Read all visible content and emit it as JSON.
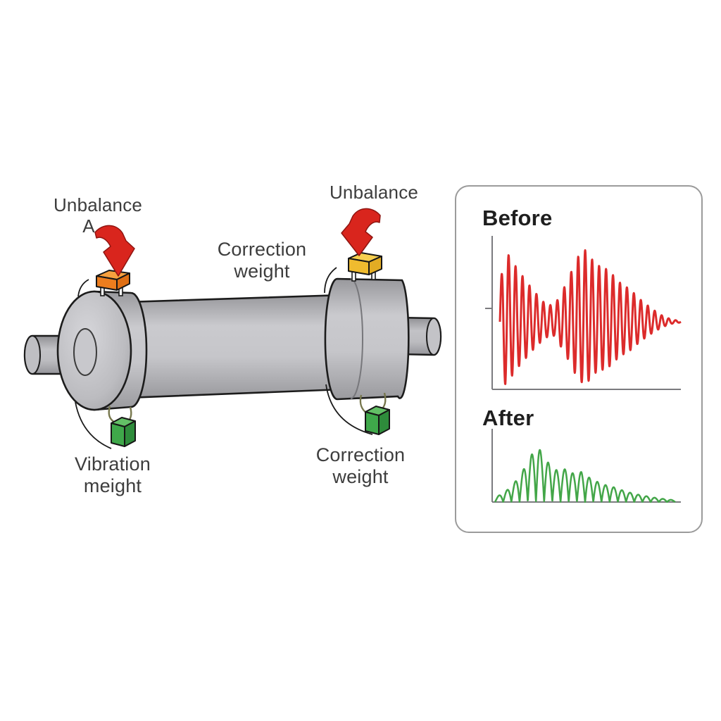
{
  "diagram": {
    "labels": {
      "unbalance_left": {
        "line1": "Unbalance",
        "line2": "A"
      },
      "unbalance_right": "Unbalance",
      "correction_top": {
        "line1": "Correction",
        "line2": "weight"
      },
      "vibration": {
        "line1": "Vibration",
        "line2": "meight"
      },
      "correction_bottom": {
        "line1": "Correction",
        "line2": "weight"
      }
    },
    "colors": {
      "rotor_gray_light": "#d0d0d4",
      "rotor_gray_mid": "#b9b9bd",
      "rotor_gray_dark": "#98989c",
      "outline": "#1c1c1c",
      "unbalance_block_left": "#EC7D1E",
      "unbalance_block_right": "#EFBB2F",
      "correction_block": "#3FA84A",
      "arrow_red": "#D9251D"
    }
  },
  "panel": {
    "before_label": "Before",
    "after_label": "After",
    "border_color": "#9b9b9b"
  },
  "chart_data": [
    {
      "type": "line",
      "name": "before",
      "title": "Before",
      "color": "#DC2B2B",
      "stroke_width": 3,
      "waveform": "amplitude-modulated vibration signal, two large bursts decaying to flat line",
      "cycles": 26,
      "envelope": [
        [
          0,
          0.5
        ],
        [
          0.03,
          1
        ],
        [
          0.1,
          0.72
        ],
        [
          0.18,
          0.45
        ],
        [
          0.25,
          0.25
        ],
        [
          0.3,
          0.22
        ],
        [
          0.36,
          0.5
        ],
        [
          0.43,
          0.9
        ],
        [
          0.47,
          1
        ],
        [
          0.53,
          0.8
        ],
        [
          0.6,
          0.72
        ],
        [
          0.66,
          0.55
        ],
        [
          0.72,
          0.45
        ],
        [
          0.78,
          0.3
        ],
        [
          0.84,
          0.18
        ],
        [
          0.9,
          0.08
        ],
        [
          0.95,
          0.03
        ],
        [
          1,
          0.01
        ]
      ],
      "xlabel": "",
      "ylabel": "",
      "grid": false,
      "axes": true,
      "tick": true
    },
    {
      "type": "line",
      "name": "after",
      "title": "After",
      "color": "#43A648",
      "stroke_width": 2.5,
      "waveform": "rectified humps rising to a peak then decaying toward zero",
      "humps": 22,
      "envelope": [
        [
          0,
          0.08
        ],
        [
          0.04,
          0.15
        ],
        [
          0.08,
          0.25
        ],
        [
          0.12,
          0.4
        ],
        [
          0.16,
          0.6
        ],
        [
          0.2,
          0.85
        ],
        [
          0.24,
          1
        ],
        [
          0.28,
          0.78
        ],
        [
          0.32,
          0.62
        ],
        [
          0.36,
          0.55
        ],
        [
          0.4,
          0.62
        ],
        [
          0.44,
          0.5
        ],
        [
          0.48,
          0.55
        ],
        [
          0.52,
          0.45
        ],
        [
          0.56,
          0.38
        ],
        [
          0.6,
          0.32
        ],
        [
          0.65,
          0.28
        ],
        [
          0.7,
          0.22
        ],
        [
          0.75,
          0.17
        ],
        [
          0.8,
          0.13
        ],
        [
          0.85,
          0.1
        ],
        [
          0.9,
          0.07
        ],
        [
          0.95,
          0.05
        ],
        [
          1,
          0.03
        ]
      ],
      "xlabel": "",
      "ylabel": "",
      "grid": false,
      "axes": true,
      "tick": false
    }
  ]
}
